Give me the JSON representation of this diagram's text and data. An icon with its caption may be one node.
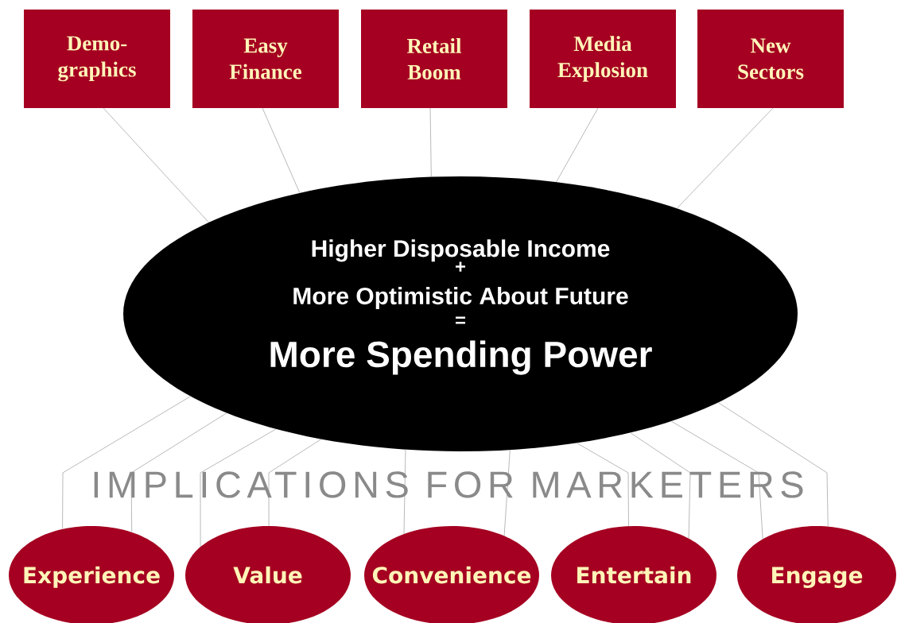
{
  "diagram": {
    "nodes": [
      {
        "text": [
          "Demo- graphics"
        ]
      },
      {
        "text": [
          "Easy Finance"
        ]
      },
      {
        "text": [
          "Retail Boom"
        ]
      },
      {
        "text": [
          "Media Explosion"
        ]
      },
      {
        "text": [
          "New Sectors"
        ]
      },
      {
        "text": [
          "Higher Disposable Income",
          "+",
          "More Optimistic About Future",
          "=",
          "More Spending Power"
        ]
      },
      {
        "text": [
          "Experience"
        ]
      },
      {
        "text": [
          "Value"
        ]
      },
      {
        "text": [
          "Convenience"
        ]
      },
      {
        "text": [
          "Entertain"
        ]
      },
      {
        "text": [
          "Engage"
        ]
      }
    ],
    "edges": [
      {
        "from": 0,
        "to": 5,
        "arrow": "none"
      },
      {
        "from": 1,
        "to": 5,
        "arrow": "none"
      },
      {
        "from": 2,
        "to": 5,
        "arrow": "none"
      },
      {
        "from": 3,
        "to": 5,
        "arrow": "none"
      },
      {
        "from": 4,
        "to": 5,
        "arrow": "none"
      },
      {
        "from": 5,
        "to": 6,
        "arrow": "none"
      },
      {
        "from": 5,
        "to": 6,
        "arrow": "none"
      },
      {
        "from": 5,
        "to": 7,
        "arrow": "none"
      },
      {
        "from": 5,
        "to": 7,
        "arrow": "none"
      },
      {
        "from": 5,
        "to": 8,
        "arrow": "none"
      },
      {
        "from": 5,
        "to": 8,
        "arrow": "none"
      },
      {
        "from": 5,
        "to": 9,
        "arrow": "none"
      },
      {
        "from": 5,
        "to": 9,
        "arrow": "none"
      },
      {
        "from": 5,
        "to": 10,
        "arrow": "none"
      },
      {
        "from": 5,
        "to": 10,
        "arrow": "none"
      }
    ],
    "labels": [
      "IMPLICATIONS FOR MARKETERS"
    ]
  }
}
